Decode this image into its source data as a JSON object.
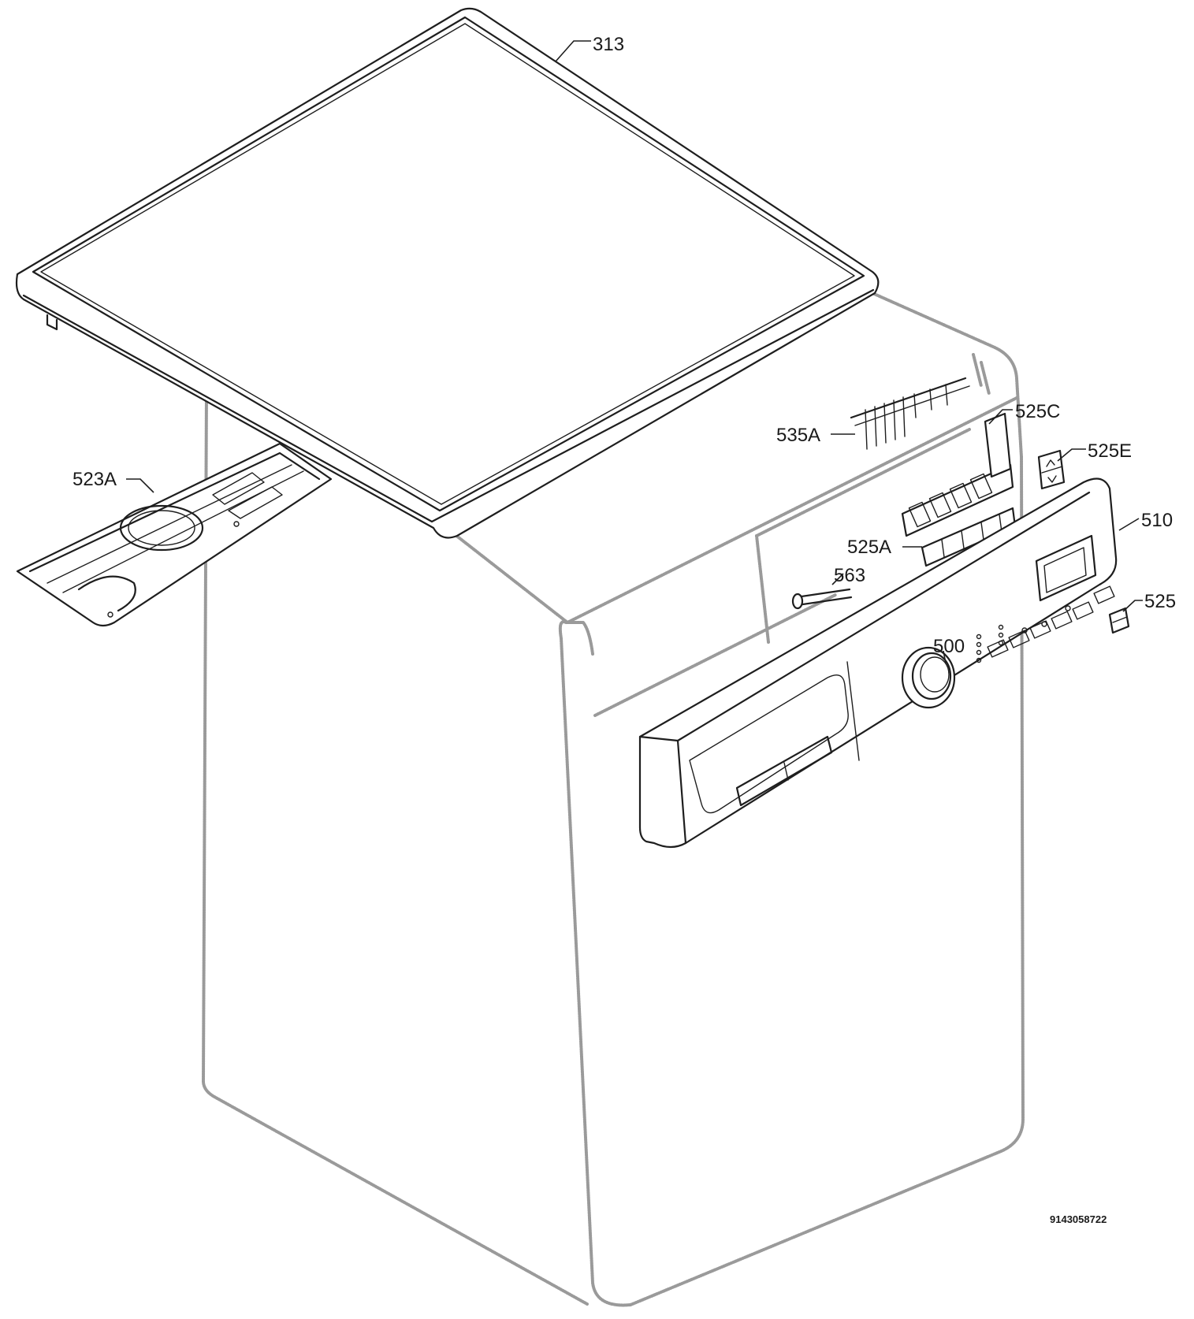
{
  "parts": [
    {
      "id": "lid",
      "label": "313"
    },
    {
      "id": "crossbar",
      "label": "523A"
    },
    {
      "id": "light-pipes",
      "label": "535A"
    },
    {
      "id": "button-frame",
      "label": "525C"
    },
    {
      "id": "arrow-buttons",
      "label": "525E"
    },
    {
      "id": "control-panel",
      "label": "510"
    },
    {
      "id": "push-buttons",
      "label": "525A"
    },
    {
      "id": "shaft",
      "label": "563"
    },
    {
      "id": "knob",
      "label": "500"
    },
    {
      "id": "single-button",
      "label": "525"
    }
  ],
  "document_number": "9143058722"
}
